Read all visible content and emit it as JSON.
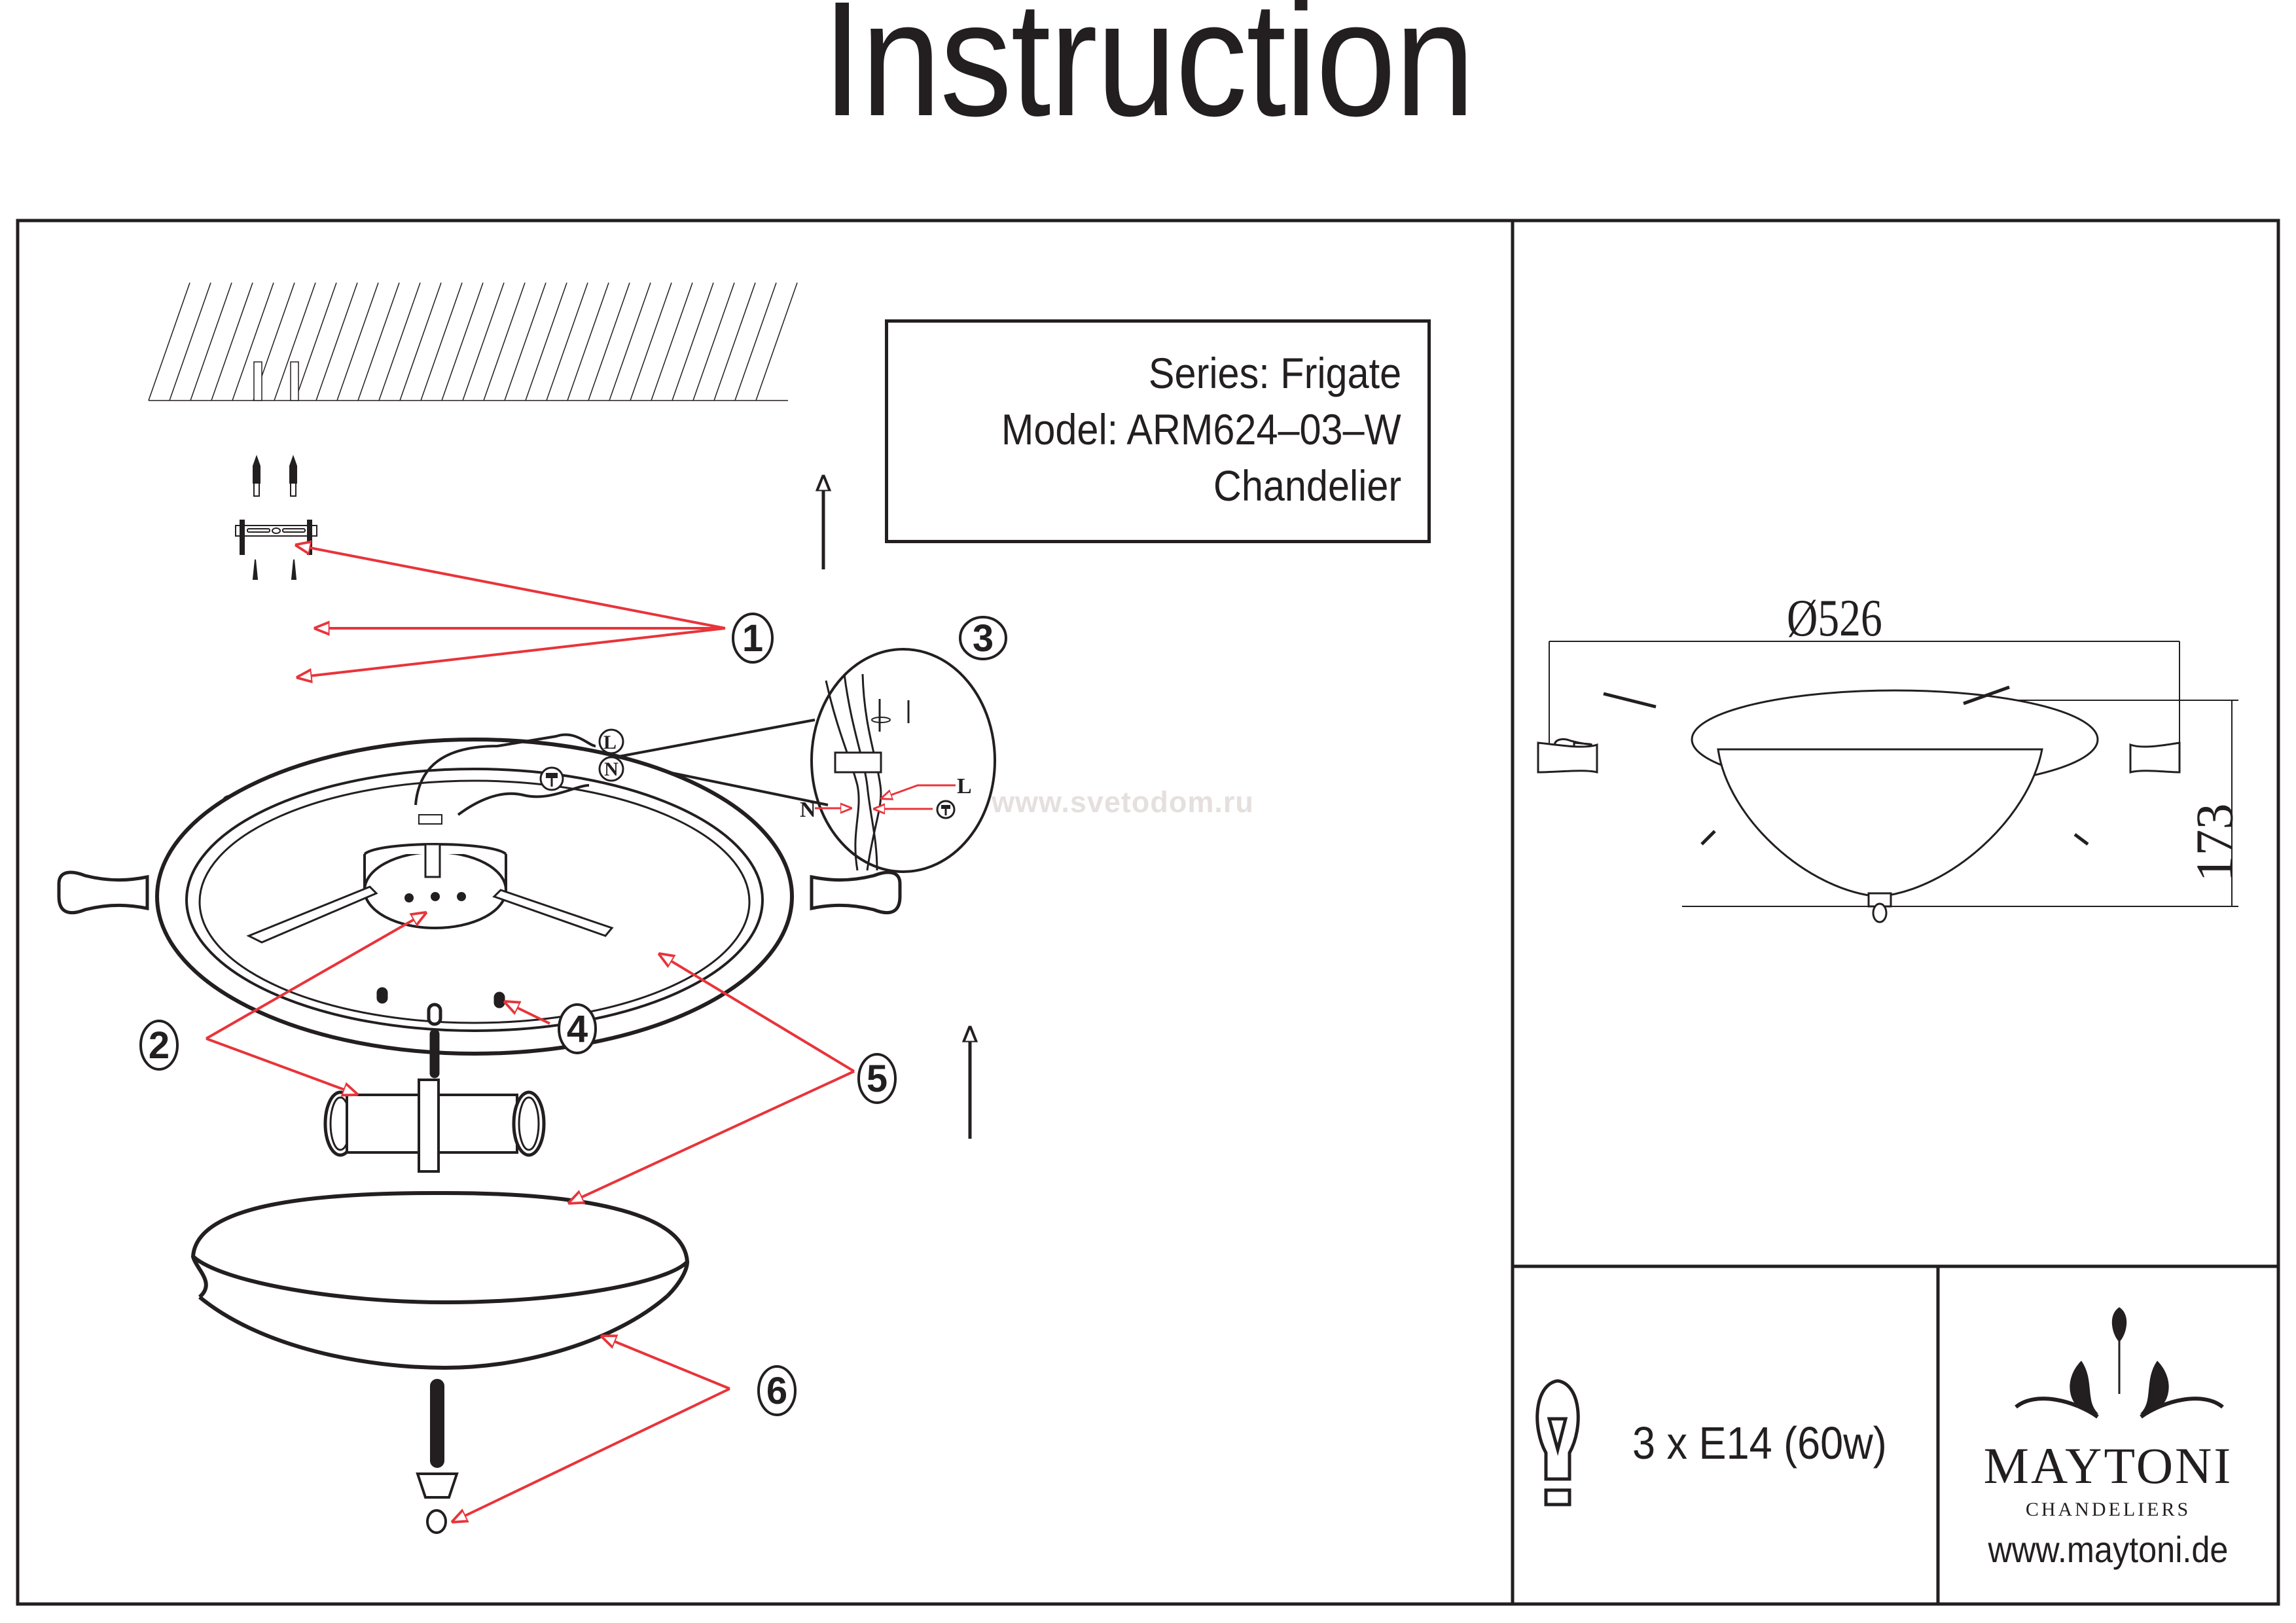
{
  "header": {
    "title": "Instruction"
  },
  "product": {
    "series": "Series: Frigate",
    "model": "Model: ARM624–03–W",
    "type": "Chandelier"
  },
  "watermark": "www.svetodom.ru",
  "callouts": [
    "1",
    "2",
    "3",
    "4",
    "5",
    "6"
  ],
  "wiring": {
    "live": "L",
    "neutral": "N",
    "ground_icon": "ground-icon"
  },
  "dimensions": {
    "diameter": "Ø526",
    "height": "173"
  },
  "bulb": {
    "spec": "3 x E14 (60w)",
    "icon": "lightbulb-icon"
  },
  "brand": {
    "name": "MAYTONI",
    "subtitle": "CHANDELIERS",
    "url": "www.maytoni.de"
  },
  "colors": {
    "ink": "#231f20",
    "callout_arrow": "#e8343a",
    "watermark": "#e5e0de"
  }
}
